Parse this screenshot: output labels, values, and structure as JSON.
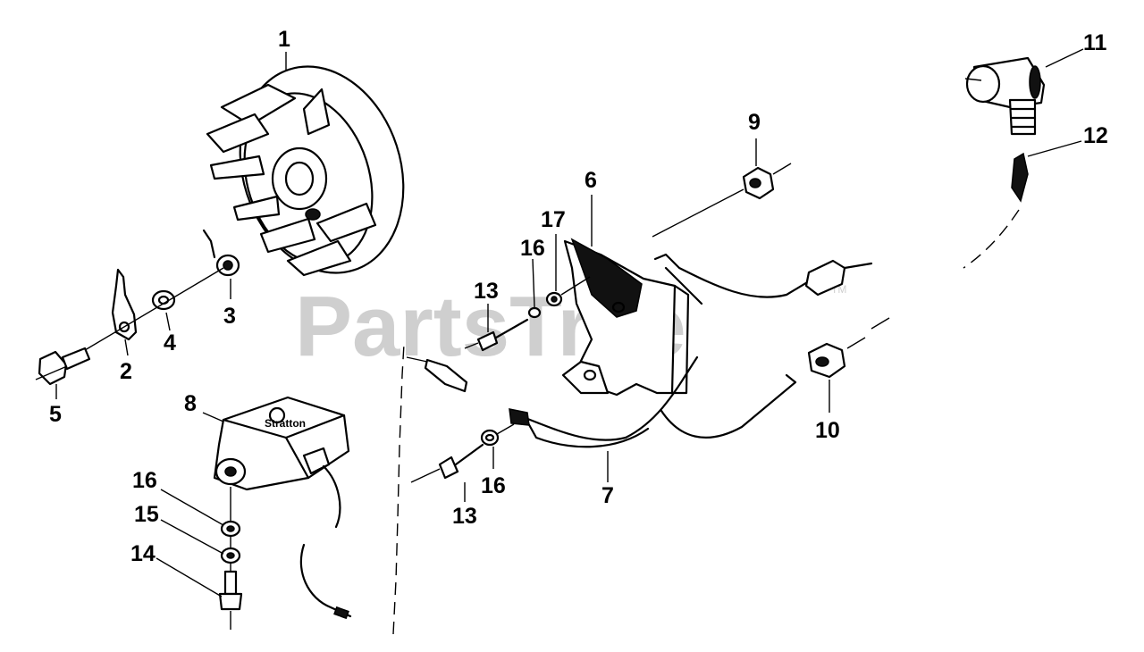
{
  "watermark": "PartsTree",
  "trademark": "TM",
  "coil_embossed_text": "Stratton",
  "callouts": [
    {
      "id": "1",
      "label": "1"
    },
    {
      "id": "2",
      "label": "2"
    },
    {
      "id": "3",
      "label": "3"
    },
    {
      "id": "4",
      "label": "4"
    },
    {
      "id": "5",
      "label": "5"
    },
    {
      "id": "6",
      "label": "6"
    },
    {
      "id": "7",
      "label": "7"
    },
    {
      "id": "8",
      "label": "8"
    },
    {
      "id": "9",
      "label": "9"
    },
    {
      "id": "10",
      "label": "10"
    },
    {
      "id": "11",
      "label": "11"
    },
    {
      "id": "12",
      "label": "12"
    },
    {
      "id": "13a",
      "label": "13"
    },
    {
      "id": "13b",
      "label": "13"
    },
    {
      "id": "14",
      "label": "14"
    },
    {
      "id": "15",
      "label": "15"
    },
    {
      "id": "16a",
      "label": "16"
    },
    {
      "id": "16b",
      "label": "16"
    },
    {
      "id": "16c",
      "label": "16"
    },
    {
      "id": "17",
      "label": "17"
    }
  ]
}
